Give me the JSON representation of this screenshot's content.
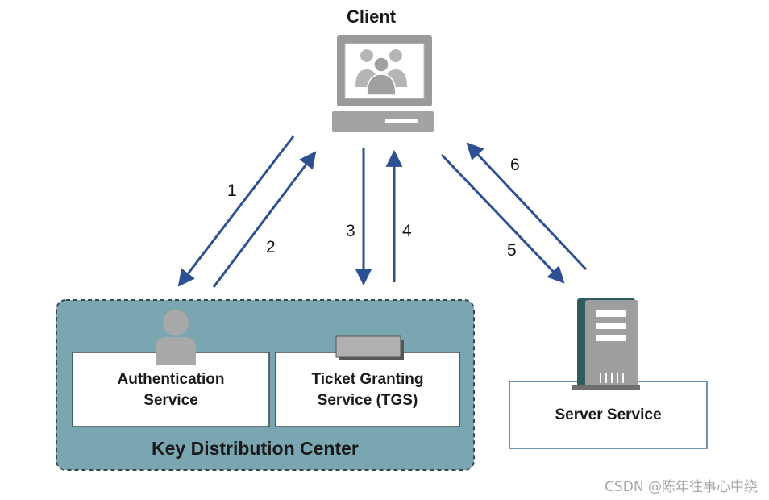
{
  "client": {
    "label": "Client"
  },
  "kdc": {
    "label": "Key Distribution Center",
    "auth_service": {
      "line1": "Authentication",
      "line2": "Service"
    },
    "tgs": {
      "line1": "Ticket Granting",
      "line2": "Service (TGS)"
    }
  },
  "server": {
    "label": "Server Service"
  },
  "steps": [
    "1",
    "2",
    "3",
    "4",
    "5",
    "6"
  ],
  "watermark": "CSDN @陈年往事心中绕",
  "colors": {
    "arrow": "#2d4f94",
    "kdc_fill": "#7aa6b1",
    "server_border": "#3d6ea6"
  }
}
